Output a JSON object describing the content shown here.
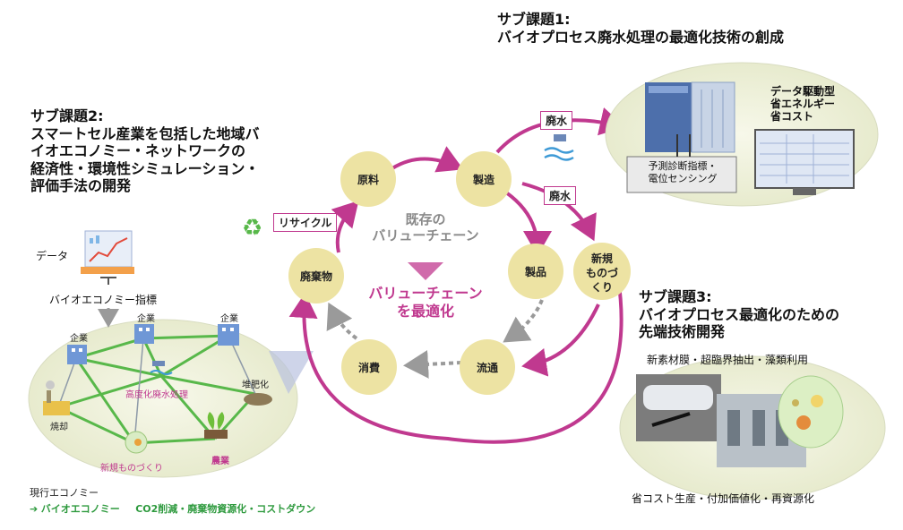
{
  "sub1": {
    "title_line1": "サブ課題1:",
    "title_line2": "バイオプロセス廃水処理の最適化技術の創成",
    "data_driven_line1": "データ駆動型",
    "data_driven_line2": "省エネルギー",
    "data_driven_line3": "省コスト",
    "sensing_line1": "予測診断指標・",
    "sensing_line2": "電位センシング"
  },
  "sub2": {
    "title_line1": "サブ課題2:",
    "title_line2": "スマートセル産業を包括した地域バ",
    "title_line3": "イオエコノミー・ネットワークの",
    "title_line4": "経済性・環境性シミュレーション・",
    "title_line5": "評価手法の開発",
    "data_label": "データ",
    "indicator_label": "バイオエコノミー指標",
    "company1": "企業",
    "company2": "企業",
    "company3": "企業",
    "wastewater": "高度化廃水処理",
    "compost": "堆肥化",
    "incineration": "焼却",
    "agriculture": "農業",
    "new_manufacturing": "新規ものづくり"
  },
  "sub3": {
    "title_line1": "サブ課題3:",
    "title_line2": "バイオプロセス最適化のための",
    "title_line3": "先端技術開発",
    "top_caption": "新素材膜・超臨界抽出・藻類利用",
    "bottom_caption": "省コスト生産・付加価値化・再資源化"
  },
  "cycle": {
    "raw_material": "原料",
    "manufacturing": "製造",
    "product": "製品",
    "new_line1": "新規",
    "new_line2": "ものづ",
    "new_line3": "くり",
    "distribution": "流通",
    "consumption": "消費",
    "waste": "廃棄物",
    "existing_line1": "既存の",
    "existing_line2": "バリューチェーン",
    "optimized_line1": "バリューチェーン",
    "optimized_line2": "を最適化",
    "recycle": "リサイクル",
    "wastewater1": "廃水",
    "wastewater2": "廃水"
  },
  "footer": {
    "current": "現行エコノミー",
    "arrow": "➔",
    "bio": "バイオエコノミー",
    "goals": "CO2削減・廃棄物資源化・コストダウン"
  },
  "colors": {
    "magenta": "#c0398f",
    "circle_fill": "#ede3a3",
    "network_green": "#58b84a",
    "footer_green": "#2e9a3e"
  }
}
